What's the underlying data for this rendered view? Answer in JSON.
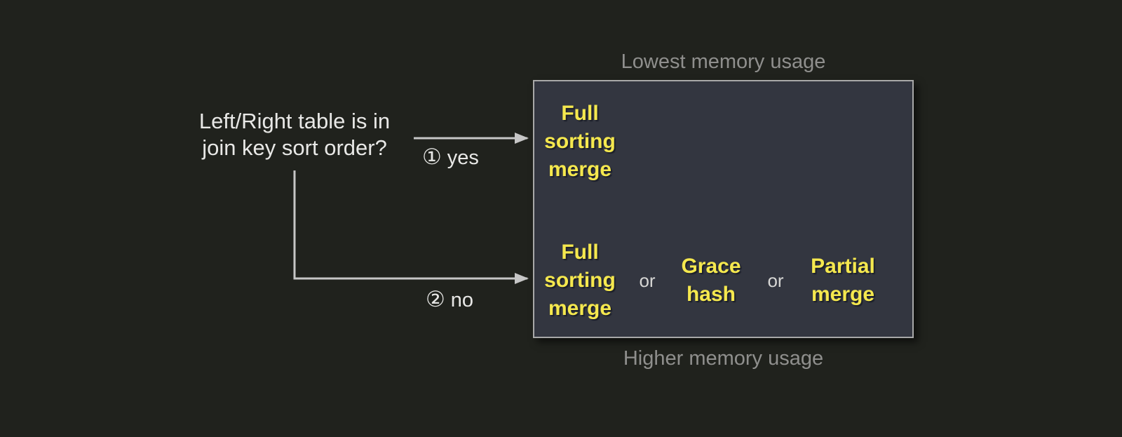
{
  "question": {
    "line1": "Left/Right table is in",
    "line2": "join key sort order?"
  },
  "branch_yes": {
    "number": "①",
    "label": "yes"
  },
  "branch_no": {
    "number": "②",
    "label": "no"
  },
  "memory_scale": {
    "top": "Lowest memory usage",
    "bottom": "Higher memory usage"
  },
  "box": {
    "row_sorted": {
      "algo": "Full\nsorting\nmerge"
    },
    "row_unsorted": {
      "algo1": "Full\nsorting\nmerge",
      "or1": "or",
      "algo2": "Grace\nhash",
      "or2": "or",
      "algo3": "Partial\nmerge"
    }
  },
  "colors": {
    "background": "#20221d",
    "box_background": "#333640",
    "box_border": "#a8a8a8",
    "algorithm_text": "#f5e84e",
    "question_text": "#e8e8e6",
    "caption_text": "#8f8f8d",
    "connector": "#c6c6c6"
  }
}
